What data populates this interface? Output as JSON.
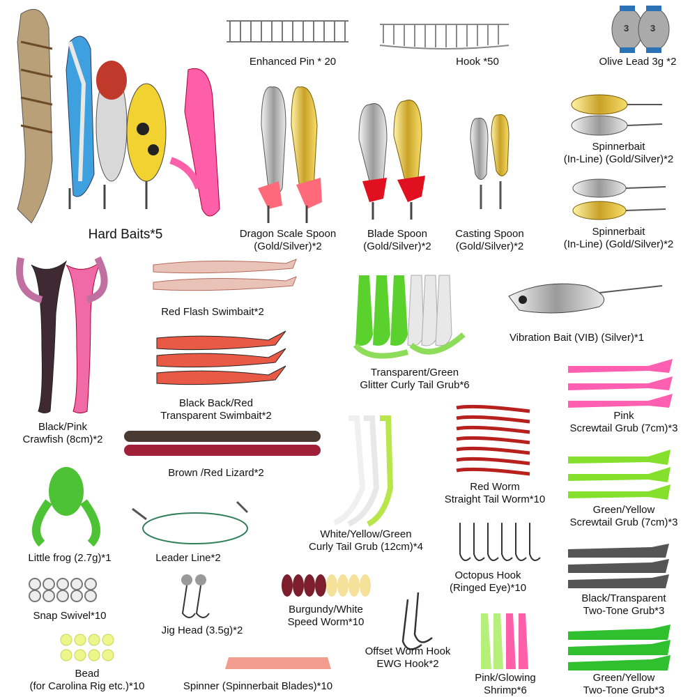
{
  "items": [
    {
      "id": "hard-baits",
      "label": [
        "Hard Baits*5"
      ]
    },
    {
      "id": "enhanced-pin",
      "label": [
        "Enhanced Pin * 20"
      ]
    },
    {
      "id": "hook",
      "label": [
        "Hook *50"
      ]
    },
    {
      "id": "olive-lead",
      "label": [
        "Olive Lead 3g *2"
      ]
    },
    {
      "id": "dragon-scale-spoon",
      "label": [
        "Dragon Scale Spoon",
        "(Gold/Silver)*2"
      ]
    },
    {
      "id": "blade-spoon",
      "label": [
        "Blade Spoon",
        "(Gold/Silver)*2"
      ]
    },
    {
      "id": "casting-spoon",
      "label": [
        "Casting Spoon",
        "(Gold/Silver)*2"
      ]
    },
    {
      "id": "spinnerbait-1",
      "label": [
        "Spinnerbait",
        "(In-Line) (Gold/Silver)*2"
      ]
    },
    {
      "id": "spinnerbait-2",
      "label": [
        "Spinnerbait",
        "(In-Line) (Gold/Silver)*2"
      ]
    },
    {
      "id": "crawfish",
      "label": [
        "Black/Pink",
        "Crawfish (8cm)*2"
      ]
    },
    {
      "id": "red-flash-swimbait",
      "label": [
        "Red Flash Swimbait*2"
      ]
    },
    {
      "id": "black-back-swimbait",
      "label": [
        "Black Back/Red",
        "Transparent Swimbait*2"
      ]
    },
    {
      "id": "curly-tail-grub-green",
      "label": [
        "Transparent/Green",
        "Glitter Curly Tail Grub*6"
      ]
    },
    {
      "id": "vibration-bait",
      "label": [
        "Vibration Bait (VIB) (Silver)*1"
      ]
    },
    {
      "id": "pink-screwtail",
      "label": [
        "Pink",
        "Screwtail Grub (7cm)*3"
      ]
    },
    {
      "id": "brown-red-lizard",
      "label": [
        "Brown /Red Lizard*2"
      ]
    },
    {
      "id": "red-worm",
      "label": [
        "Red Worm",
        "Straight Tail Worm*10"
      ]
    },
    {
      "id": "green-yellow-screwtail",
      "label": [
        "Green/Yellow",
        "Screwtail Grub (7cm)*3"
      ]
    },
    {
      "id": "little-frog",
      "label": [
        "Little frog (2.7g)*1"
      ]
    },
    {
      "id": "leader-line",
      "label": [
        "Leader Line*2"
      ]
    },
    {
      "id": "wyg-curly-tail",
      "label": [
        "White/Yellow/Green",
        "Curly Tail Grub (12cm)*4"
      ]
    },
    {
      "id": "octopus-hook",
      "label": [
        "Octopus Hook",
        "(Ringed Eye)*10"
      ]
    },
    {
      "id": "black-two-tone",
      "label": [
        "Black/Transparent",
        "Two-Tone Grub*3"
      ]
    },
    {
      "id": "snap-swivel",
      "label": [
        "Snap Swivel*10"
      ]
    },
    {
      "id": "jig-head",
      "label": [
        "Jig Head (3.5g)*2"
      ]
    },
    {
      "id": "speed-worm",
      "label": [
        "Burgundy/White",
        "Speed Worm*10"
      ]
    },
    {
      "id": "offset-worm-hook",
      "label": [
        "Offset Worm Hook",
        "EWG Hook*2"
      ]
    },
    {
      "id": "shrimp",
      "label": [
        "Pink/Glowing",
        "Shrimp*6"
      ]
    },
    {
      "id": "green-two-tone",
      "label": [
        "Green/Yellow",
        "Two-Tone Grub*3"
      ]
    },
    {
      "id": "bead",
      "label": [
        "Bead",
        "(for Carolina Rig etc.)*10"
      ]
    },
    {
      "id": "spinner-blades",
      "label": [
        "Spinner (Spinnerbait Blades)*10"
      ]
    }
  ],
  "olive_lead_mark": "3"
}
